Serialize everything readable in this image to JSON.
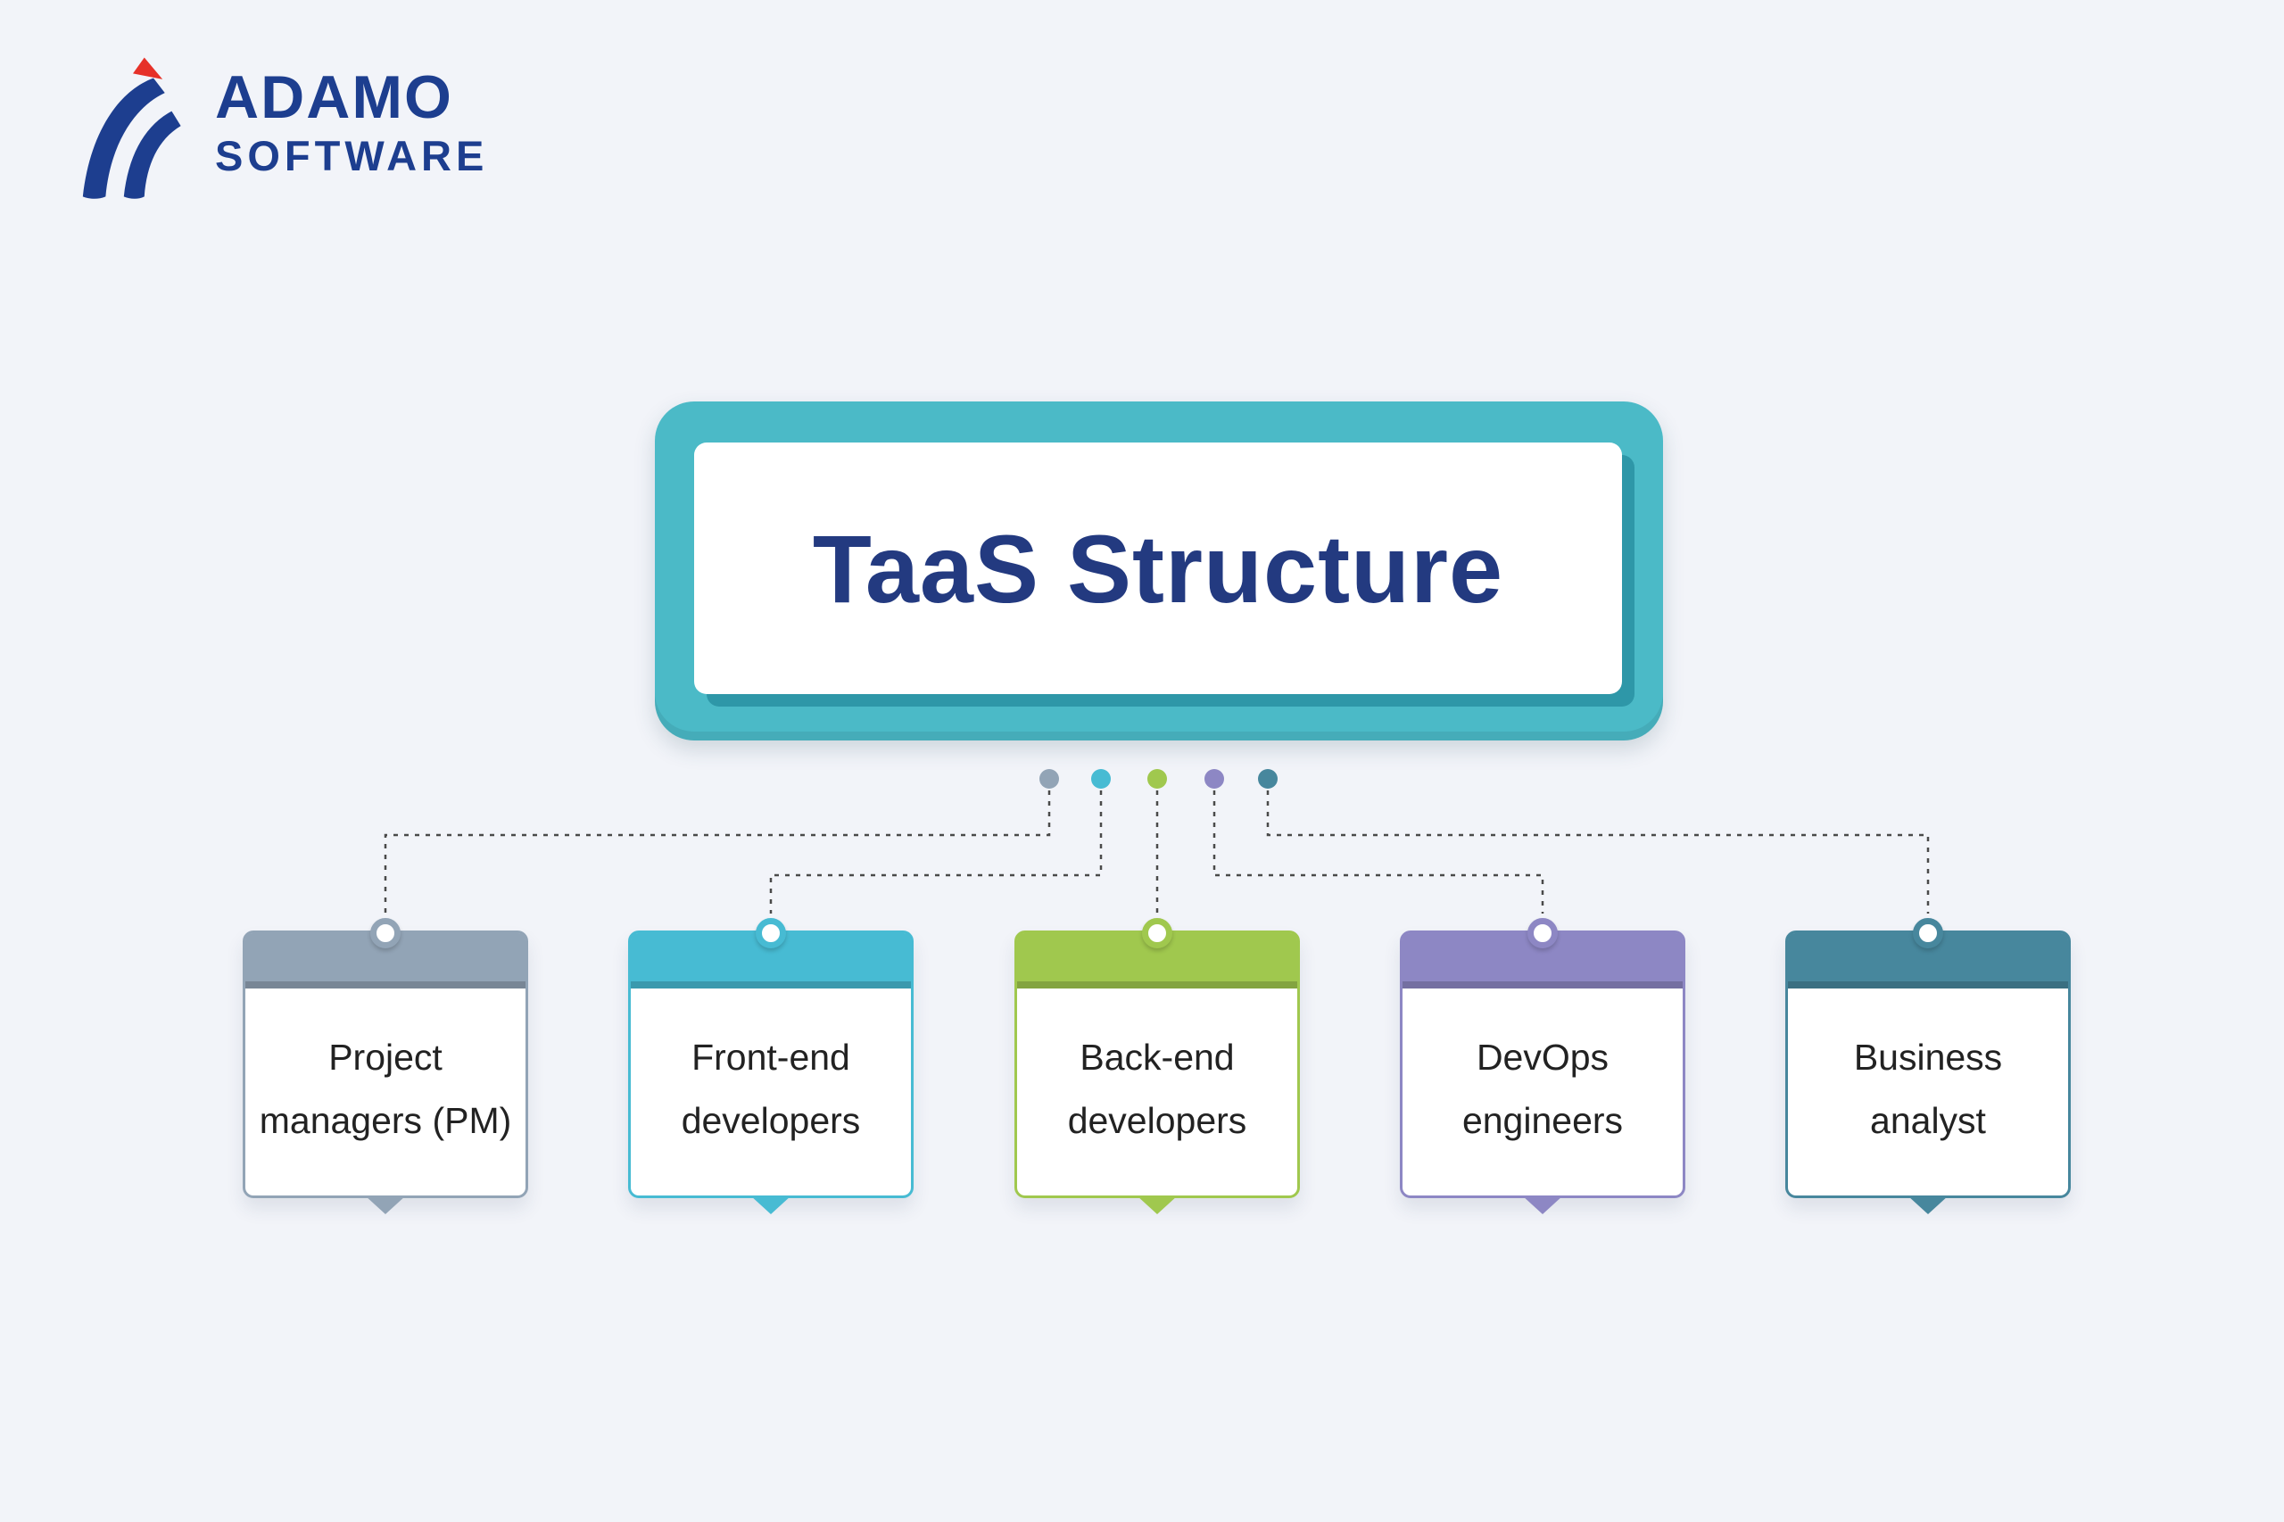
{
  "theme": {
    "background": "#f2f4f9",
    "navy": "#1d3e8f",
    "red": "#e63129",
    "panel_teal": "#4bbac7",
    "panel_shadow": "#2e97a8",
    "title_color": "#233a80",
    "connector_color": "#4a4a4a",
    "text_color": "#222222"
  },
  "logo": {
    "name": "ADAMO",
    "tagline": "SOFTWARE"
  },
  "title": {
    "text": "TaaS Structure"
  },
  "nodes": [
    {
      "label": "Project managers (PM)",
      "color": "#92a4b6"
    },
    {
      "label": "Front-end developers",
      "color": "#47bbd3"
    },
    {
      "label": "Back-end developers",
      "color": "#a0c84e"
    },
    {
      "label": "DevOps engineers",
      "color": "#8d87c4"
    },
    {
      "label": "Business analyst",
      "color": "#47879d"
    }
  ]
}
